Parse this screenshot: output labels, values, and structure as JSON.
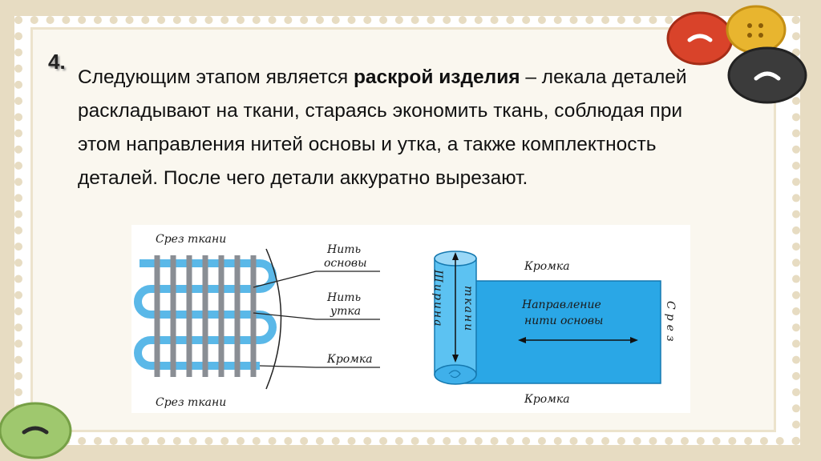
{
  "slide": {
    "number": "4.",
    "text_before": "Следующим этапом является ",
    "text_bold": "раскрой изделия",
    "text_after": " – лекала деталей раскладывают на ткани, стараясь экономить ткань, соблюдая при этом направления нитей основы и утка, а также комплектность деталей. После чего детали аккуратно вырезают."
  },
  "figure": {
    "left_top_label": "Срез ткани",
    "left_bottom_label": "Срез ткани",
    "warp_thread_line1": "Нить",
    "warp_thread_line2": "основы",
    "weft_thread_line1": "Нить",
    "weft_thread_line2": "утка",
    "selvage_left": "Кромка",
    "selvage_top": "Кромка",
    "selvage_bottom": "Кромка",
    "direction_line1": "Направление",
    "direction_line2": "нити основы",
    "width_word1": "Ширина",
    "width_word2": "ткани",
    "cut_side": "Срез"
  },
  "colors": {
    "thread_blue": "#5ab8e8",
    "thread_grey": "#8a8e94",
    "fabric_blue": "#2aa7e6",
    "button_red": "#d9432a",
    "button_yellow": "#e8b52f",
    "button_dark": "#3b3b3b",
    "button_green": "#9fc86e"
  }
}
